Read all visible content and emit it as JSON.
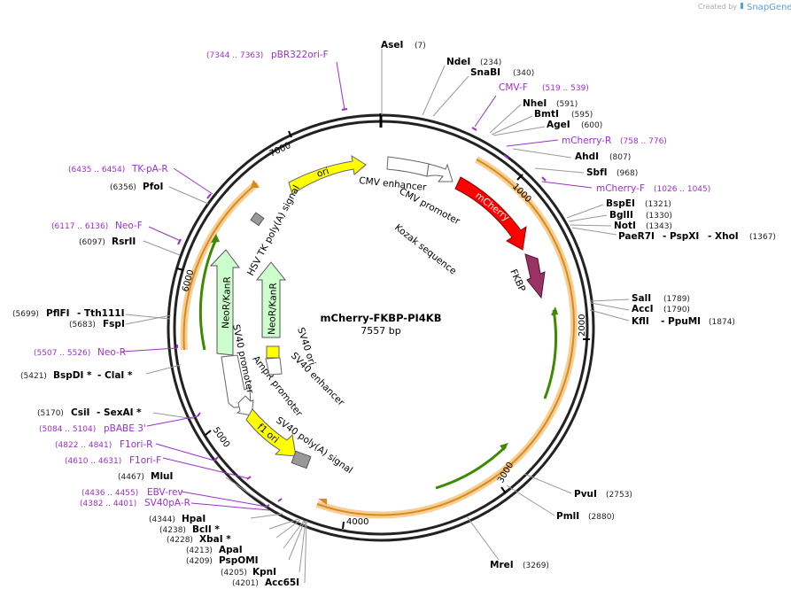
{
  "header": {
    "credit": "Created by",
    "brand": "SnapGene"
  },
  "plasmid": {
    "name": "mCherry-FKBP-PI4KB",
    "length": "7557 bp"
  },
  "ruler_ticks": [
    "1000",
    "2000",
    "3000",
    "4000",
    "5000",
    "6000",
    "7000"
  ],
  "sites": [
    {
      "name": "AseI",
      "pos": "(7)"
    },
    {
      "name": "NdeI",
      "pos": "(234)"
    },
    {
      "name": "SnaBI",
      "pos": "(340)"
    },
    {
      "name": "NheI",
      "pos": "(591)"
    },
    {
      "name": "BmtI",
      "pos": "(595)"
    },
    {
      "name": "AgeI",
      "pos": "(600)"
    },
    {
      "name": "AhdI",
      "pos": "(807)"
    },
    {
      "name": "SbfI",
      "pos": "(968)"
    },
    {
      "name": "BspEI",
      "pos": "(1321)"
    },
    {
      "name": "BglII",
      "pos": "(1330)"
    },
    {
      "name": "NotI",
      "pos": "(1343)"
    },
    {
      "name": "PaeR7I",
      "pos": ""
    },
    {
      "name": "- PspXI",
      "pos": ""
    },
    {
      "name": "- XhoI",
      "pos": "(1367)"
    },
    {
      "name": "SalI",
      "pos": "(1789)"
    },
    {
      "name": "AccI",
      "pos": "(1790)"
    },
    {
      "name": "KflI",
      "pos": ""
    },
    {
      "name": "- PpuMI",
      "pos": "(1874)"
    },
    {
      "name": "PvuI",
      "pos": "(2753)"
    },
    {
      "name": "PmlI",
      "pos": "(2880)"
    },
    {
      "name": "MreI",
      "pos": "(3269)"
    },
    {
      "name": "Acc65I",
      "pos": "(4201)"
    },
    {
      "name": "KpnI",
      "pos": "(4205)"
    },
    {
      "name": "PspOMI",
      "pos": "(4209)"
    },
    {
      "name": "ApaI",
      "pos": "(4213)"
    },
    {
      "name": "XbaI *",
      "pos": "(4228)"
    },
    {
      "name": "BclI *",
      "pos": "(4238)"
    },
    {
      "name": "HpaI",
      "pos": "(4344)"
    },
    {
      "name": "MluI",
      "pos": "(4467)"
    },
    {
      "name": "CsiI",
      "pos": "(5170)"
    },
    {
      "name": "- SexAI *",
      "pos": ""
    },
    {
      "name": "BspDI *",
      "pos": "(5421)"
    },
    {
      "name": "- ClaI *",
      "pos": ""
    },
    {
      "name": "FspI",
      "pos": "(5683)"
    },
    {
      "name": "PflFI",
      "pos": "(5699)"
    },
    {
      "name": "- Tth111I",
      "pos": ""
    },
    {
      "name": "RsrII",
      "pos": "(6097)"
    },
    {
      "name": "PfoI",
      "pos": "(6356)"
    }
  ],
  "primers": [
    {
      "name": "pBR322ori-F",
      "pos": "(7344 .. 7363)"
    },
    {
      "name": "CMV-F",
      "pos": "(519 .. 539)"
    },
    {
      "name": "mCherry-R",
      "pos": "(758 .. 776)"
    },
    {
      "name": "mCherry-F",
      "pos": "(1026 .. 1045)"
    },
    {
      "name": "TK-pA-R",
      "pos": "(6435 .. 6454)"
    },
    {
      "name": "Neo-F",
      "pos": "(6117 .. 6136)"
    },
    {
      "name": "Neo-R",
      "pos": "(5507 .. 5526)"
    },
    {
      "name": "pBABE 3'",
      "pos": "(5084 .. 5104)"
    },
    {
      "name": "F1ori-R",
      "pos": "(4822 .. 4841)"
    },
    {
      "name": "F1ori-F",
      "pos": "(4610 .. 4631)"
    },
    {
      "name": "EBV-rev",
      "pos": "(4436 .. 4455)"
    },
    {
      "name": "SV40pA-R",
      "pos": "(4382 .. 4401)"
    }
  ],
  "features": [
    {
      "label": "ori",
      "color": "#ffff00"
    },
    {
      "label": "CMV enhancer",
      "color": "#ffffff"
    },
    {
      "label": "CMV promoter",
      "color": "#ffffff"
    },
    {
      "label": "Kozak sequence",
      "color": "#ffffff"
    },
    {
      "label": "mCherry",
      "color": "#ff0000"
    },
    {
      "label": "FKBP",
      "color": "#993366"
    },
    {
      "label": "HSV TK poly(A) signal",
      "color": "#999999"
    },
    {
      "label": "NeoR/KanR",
      "color": "#ccffcc"
    },
    {
      "label": "NeoR/KanR",
      "color": "#ccffcc"
    },
    {
      "label": "SV40 promoter",
      "color": "#ffffff"
    },
    {
      "label": "AmpR promoter",
      "color": "#ffffff"
    },
    {
      "label": "SV40 ori",
      "color": "#ffff00"
    },
    {
      "label": "SV40 enhancer",
      "color": "#ffffff"
    },
    {
      "label": "f1 ori",
      "color": "#ffff00"
    },
    {
      "label": "SV40 poly(A) signal",
      "color": "#999999"
    }
  ]
}
